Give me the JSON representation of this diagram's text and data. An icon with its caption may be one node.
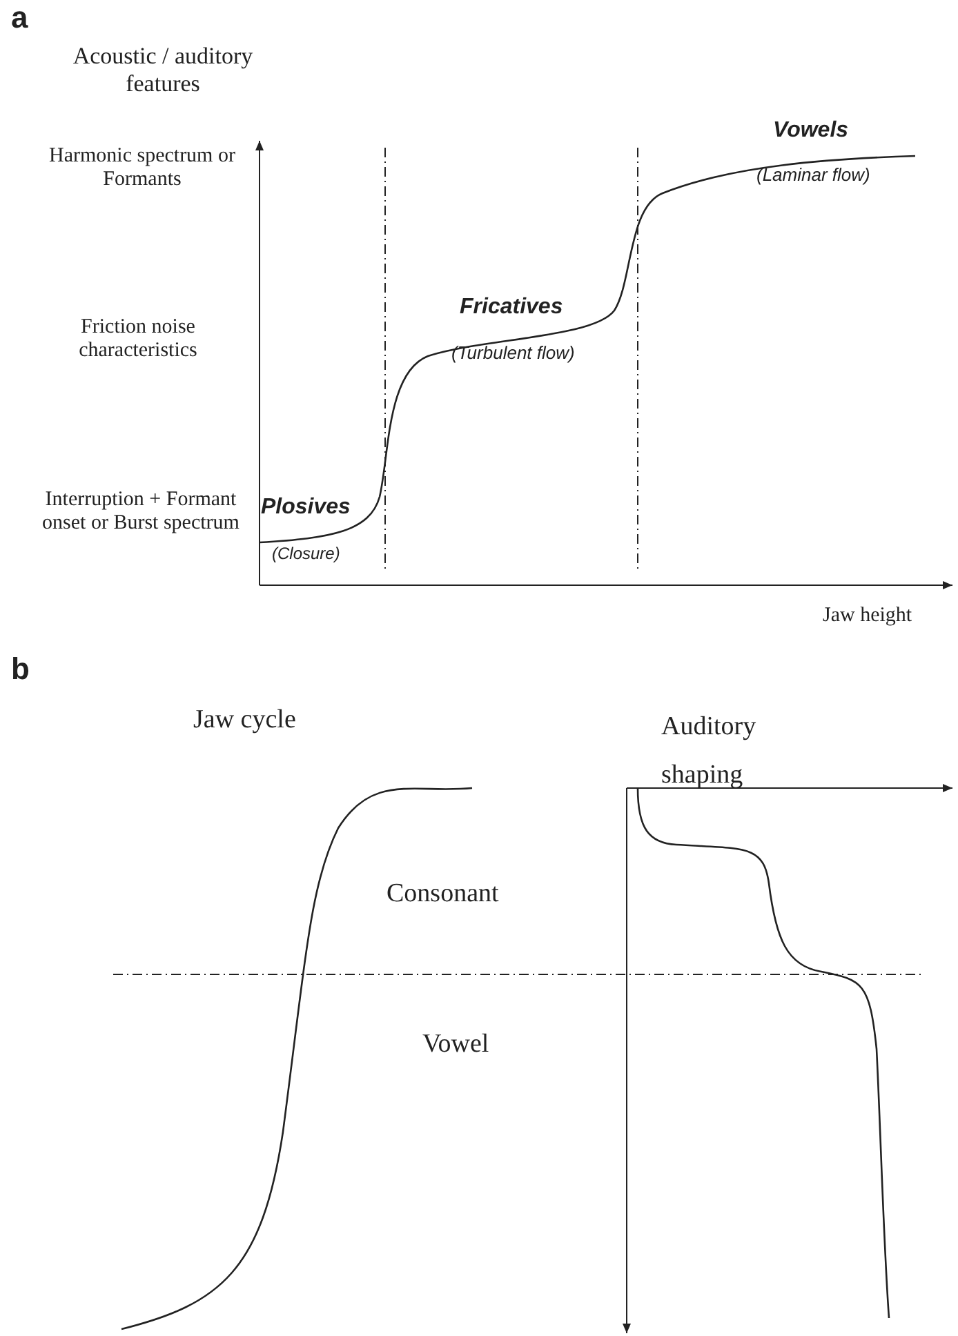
{
  "diagram": {
    "labels": [
      "a",
      "Acoustic / auditory features",
      "Harmonic spectrum or Formants",
      "Vowels",
      "(Laminar flow)",
      "Friction noise characteristics",
      "Fricatives",
      "(Turbulent flow)",
      "Interruption + Formant onset or Burst spectrum",
      "Plosives",
      "(Closure)",
      "Jaw height",
      "b",
      "Jaw cycle",
      "Auditory shaping",
      "Consonant",
      "Vowel"
    ]
  }
}
